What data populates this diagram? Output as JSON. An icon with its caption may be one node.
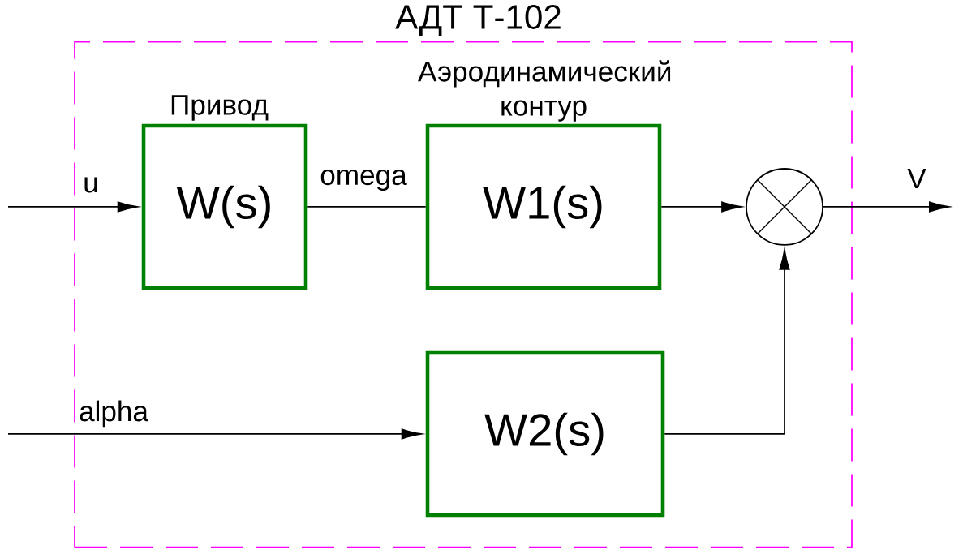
{
  "diagram": {
    "nodes": [
      {
        "text": [
          "АДТ Т-102"
        ]
      },
      {
        "text": [
          "Привод",
          "W(s)"
        ],
        "in": 0
      },
      {
        "text": [
          "Аэродинамический контур",
          "W1(s)"
        ],
        "in": 0
      },
      {
        "text": [
          "W2(s)"
        ],
        "in": 0
      },
      {
        "text": [],
        "shape": "circle",
        "in": 0
      }
    ],
    "edges": [
      {
        "from": null,
        "to": 1,
        "arrow": "to",
        "label": "u"
      },
      {
        "from": 1,
        "to": 2,
        "arrow": "none",
        "label": "omega"
      },
      {
        "from": 2,
        "to": 4,
        "arrow": "to"
      },
      {
        "from": 3,
        "to": 4,
        "arrow": "to"
      },
      {
        "from": null,
        "to": 3,
        "arrow": "to",
        "label": "alpha"
      },
      {
        "from": 4,
        "to": null,
        "arrow": "to",
        "label": "V"
      }
    ]
  }
}
